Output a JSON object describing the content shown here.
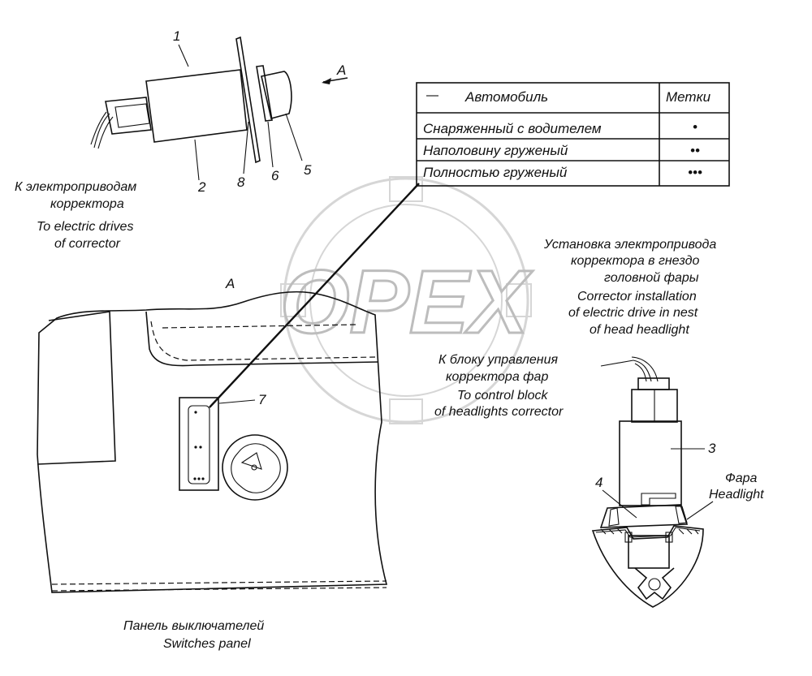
{
  "watermark": "OPEX",
  "table": {
    "headers": [
      "Автомобиль",
      "Метки"
    ],
    "rows": [
      {
        "vehicle": "Снаряженный с водителем",
        "mark": "•"
      },
      {
        "vehicle": "Наполовину груженый",
        "mark": "••"
      },
      {
        "vehicle": "Полностью груженый",
        "mark": "•••"
      }
    ]
  },
  "labels": {
    "view_a_arrow": "A",
    "view_a_panel": "A",
    "drive_ru": [
      "К электроприводам",
      "корректора"
    ],
    "drive_en": [
      "To electric drives",
      "of corrector"
    ],
    "install_ru": [
      "Установка электропривода",
      "корректора в гнездо",
      "головной фары"
    ],
    "install_en": [
      "Corrector installation",
      "of electric drive in nest",
      "of head headlight"
    ],
    "block_ru": [
      "К блоку управления",
      "корректора фар"
    ],
    "block_en": [
      "To control block",
      "of headlights corrector"
    ],
    "headlight_ru": "Фара",
    "headlight_en": "Headlight",
    "panel_ru": "Панель выключателей",
    "panel_en": "Switches panel"
  },
  "callouts": [
    "1",
    "2",
    "8",
    "6",
    "5",
    "7",
    "3",
    "4"
  ]
}
